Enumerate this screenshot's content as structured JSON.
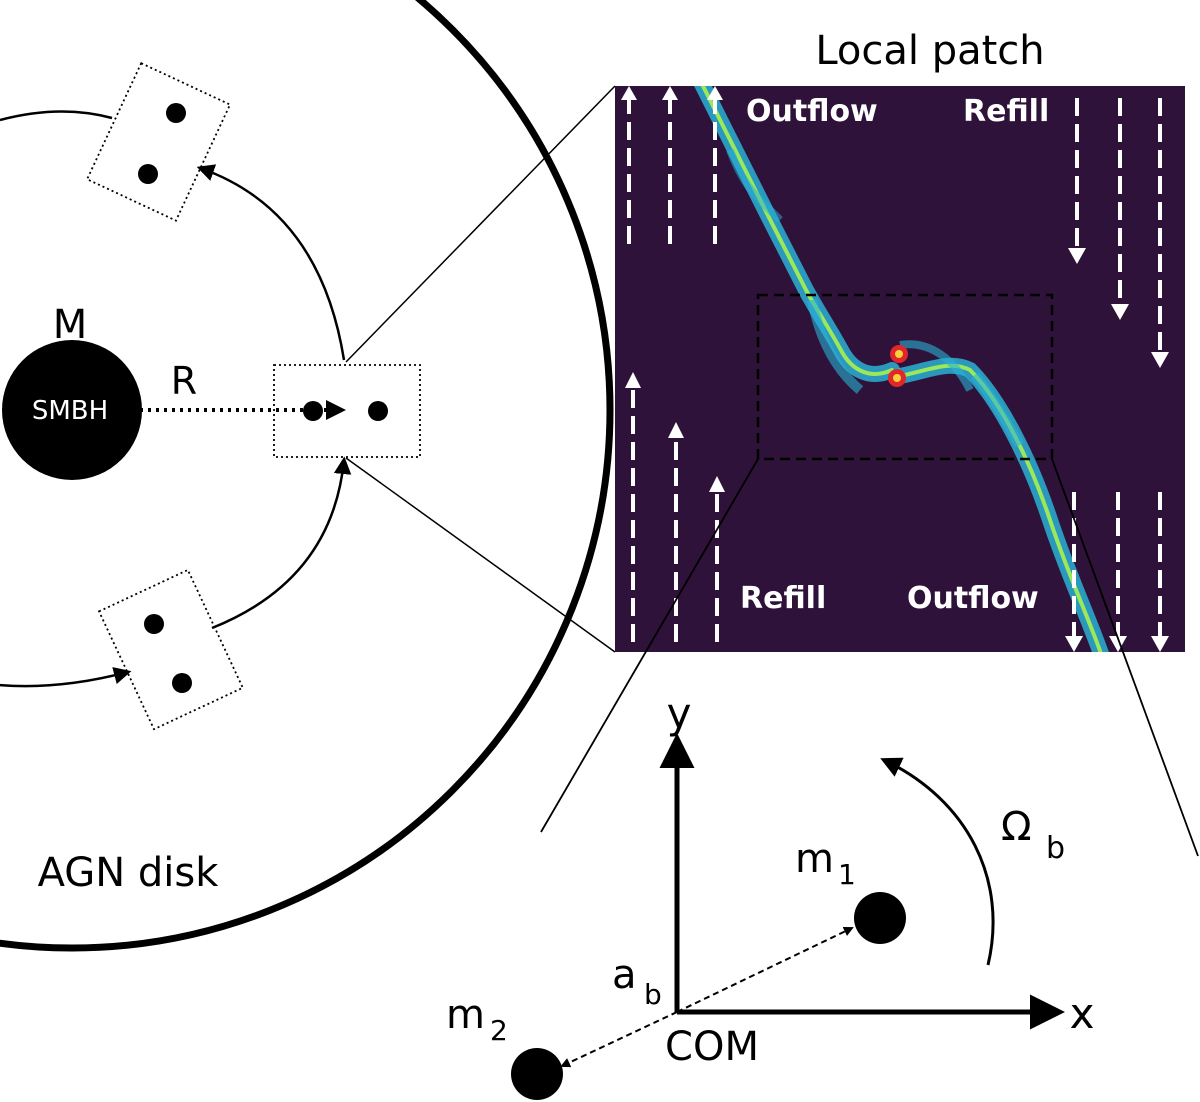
{
  "labels": {
    "mass": "M",
    "smbh": "SMBH",
    "radius": "R",
    "disk": "AGN disk",
    "patch_title": "Local patch",
    "outflow_top": "Outflow",
    "refill_top": "Refill",
    "refill_bottom": "Refill",
    "outflow_bottom": "Outflow",
    "axis_y": "y",
    "axis_x": "x",
    "com": "COM",
    "m1_base": "m",
    "m1_sub": "1",
    "m2_base": "m",
    "m2_sub": "2",
    "ab_base": "a",
    "ab_sub": "b",
    "omega_base": "Ω",
    "omega_sub": "b"
  },
  "colors": {
    "patch_background": "#2e1239",
    "stream": "#2ab0d6",
    "stream_core": "#9be85a",
    "hotspot": "#e2262a",
    "ink": "#000000"
  }
}
